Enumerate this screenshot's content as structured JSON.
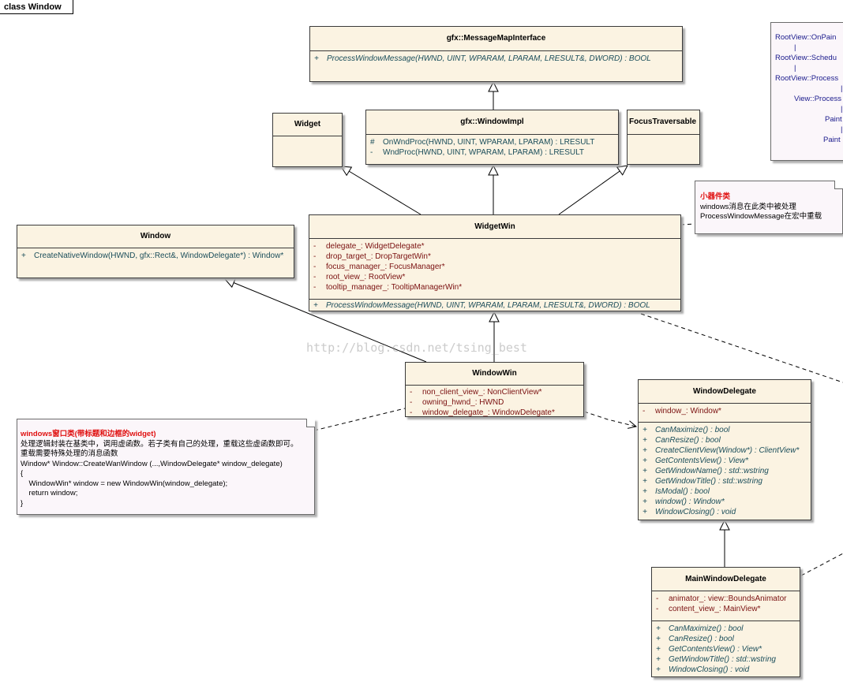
{
  "frame": {
    "label": "class Window"
  },
  "classes": {
    "message_map_interface": {
      "name": "gfx::MessageMapInterface",
      "operations": [
        {
          "vis": "+",
          "text": "ProcessWindowMessage(HWND, UINT, WPARAM, LPARAM, LRESULT&, DWORD) : BOOL"
        }
      ]
    },
    "widget": {
      "name": "Widget"
    },
    "window_impl": {
      "name": "gfx::WindowImpl",
      "operations": [
        {
          "vis": "#",
          "text": "OnWndProc(HWND, UINT, WPARAM, LPARAM) : LRESULT"
        },
        {
          "vis": "-",
          "text": "WndProc(HWND, UINT, WPARAM, LPARAM) : LRESULT"
        }
      ]
    },
    "focus_traversable": {
      "name": "FocusTraversable"
    },
    "window": {
      "name": "Window",
      "operations": [
        {
          "vis": "+",
          "text": "CreateNativeWindow(HWND, gfx::Rect&, WindowDelegate*) : Window*"
        }
      ]
    },
    "widget_win": {
      "name": "WidgetWin",
      "attributes": [
        {
          "vis": "-",
          "text": "delegate_:  WidgetDelegate*"
        },
        {
          "vis": "-",
          "text": "drop_target_:  DropTargetWin*"
        },
        {
          "vis": "-",
          "text": "focus_manager_:  FocusManager*"
        },
        {
          "vis": "-",
          "text": "root_view_:  RootView*"
        },
        {
          "vis": "-",
          "text": "tooltip_manager_:  TooltipManagerWin*"
        }
      ],
      "operations": [
        {
          "vis": "+",
          "text": "ProcessWindowMessage(HWND, UINT, WPARAM, LPARAM, LRESULT&, DWORD) : BOOL"
        }
      ]
    },
    "window_win": {
      "name": "WindowWin",
      "attributes": [
        {
          "vis": "-",
          "text": "non_client_view_:  NonClientView*"
        },
        {
          "vis": "-",
          "text": "owning_hwnd_:  HWND"
        },
        {
          "vis": "-",
          "text": "window_delegate_:  WindowDelegate*"
        }
      ]
    },
    "window_delegate": {
      "name": "WindowDelegate",
      "attributes": [
        {
          "vis": "-",
          "text": "window_:  Window*"
        }
      ],
      "operations": [
        {
          "vis": "+",
          "text": "CanMaximize() : bool"
        },
        {
          "vis": "+",
          "text": "CanResize() : bool"
        },
        {
          "vis": "+",
          "text": "CreateClientView(Window*) : ClientView*"
        },
        {
          "vis": "+",
          "text": "GetContentsView() : View*"
        },
        {
          "vis": "+",
          "text": "GetWindowName() : std::wstring"
        },
        {
          "vis": "+",
          "text": "GetWindowTitle() : std::wstring"
        },
        {
          "vis": "+",
          "text": "IsModal() : bool"
        },
        {
          "vis": "+",
          "text": "window() : Window*"
        },
        {
          "vis": "+",
          "text": "WindowClosing() : void"
        }
      ]
    },
    "main_window_delegate": {
      "name": "MainWindowDelegate",
      "attributes": [
        {
          "vis": "-",
          "text": "animator_:  view::BoundsAnimator"
        },
        {
          "vis": "-",
          "text": "content_view_:  MainView*"
        }
      ],
      "operations": [
        {
          "vis": "+",
          "text": "CanMaximize() : bool"
        },
        {
          "vis": "+",
          "text": "CanResize() : bool"
        },
        {
          "vis": "+",
          "text": "GetContentsView() : View*"
        },
        {
          "vis": "+",
          "text": "GetWindowTitle() : std::wstring"
        },
        {
          "vis": "+",
          "text": "WindowClosing() : void"
        }
      ]
    }
  },
  "notes": {
    "widget_note": {
      "heading": "小器件类",
      "lines": [
        "windows消息在此类中被处理",
        "ProcessWindowMessage在宏中重载"
      ]
    },
    "window_note": {
      "heading": "windows窗口类(带标题和边框的widget)",
      "lines": [
        "处理逻辑封装在基类中，调用虚函数。若子类有自己的处理，重载这些虚函数即可。",
        "重载需要特殊处理的消息函数",
        "Window* Window::CreateWanWindow (...,WindowDelegate* window_delegate)",
        "{",
        "    WindowWin* window = new WindowWin(window_delegate);",
        "    return window;",
        "}"
      ]
    }
  },
  "sequence_note": {
    "lines": [
      "RootView::OnPain",
      "|",
      "RootView::Schedu",
      "|",
      "RootView::Process",
      "|",
      "View::Process",
      "|",
      "Paint",
      "|",
      "Paint"
    ]
  },
  "watermark": "http://blog.csdn.net/tsing_best"
}
